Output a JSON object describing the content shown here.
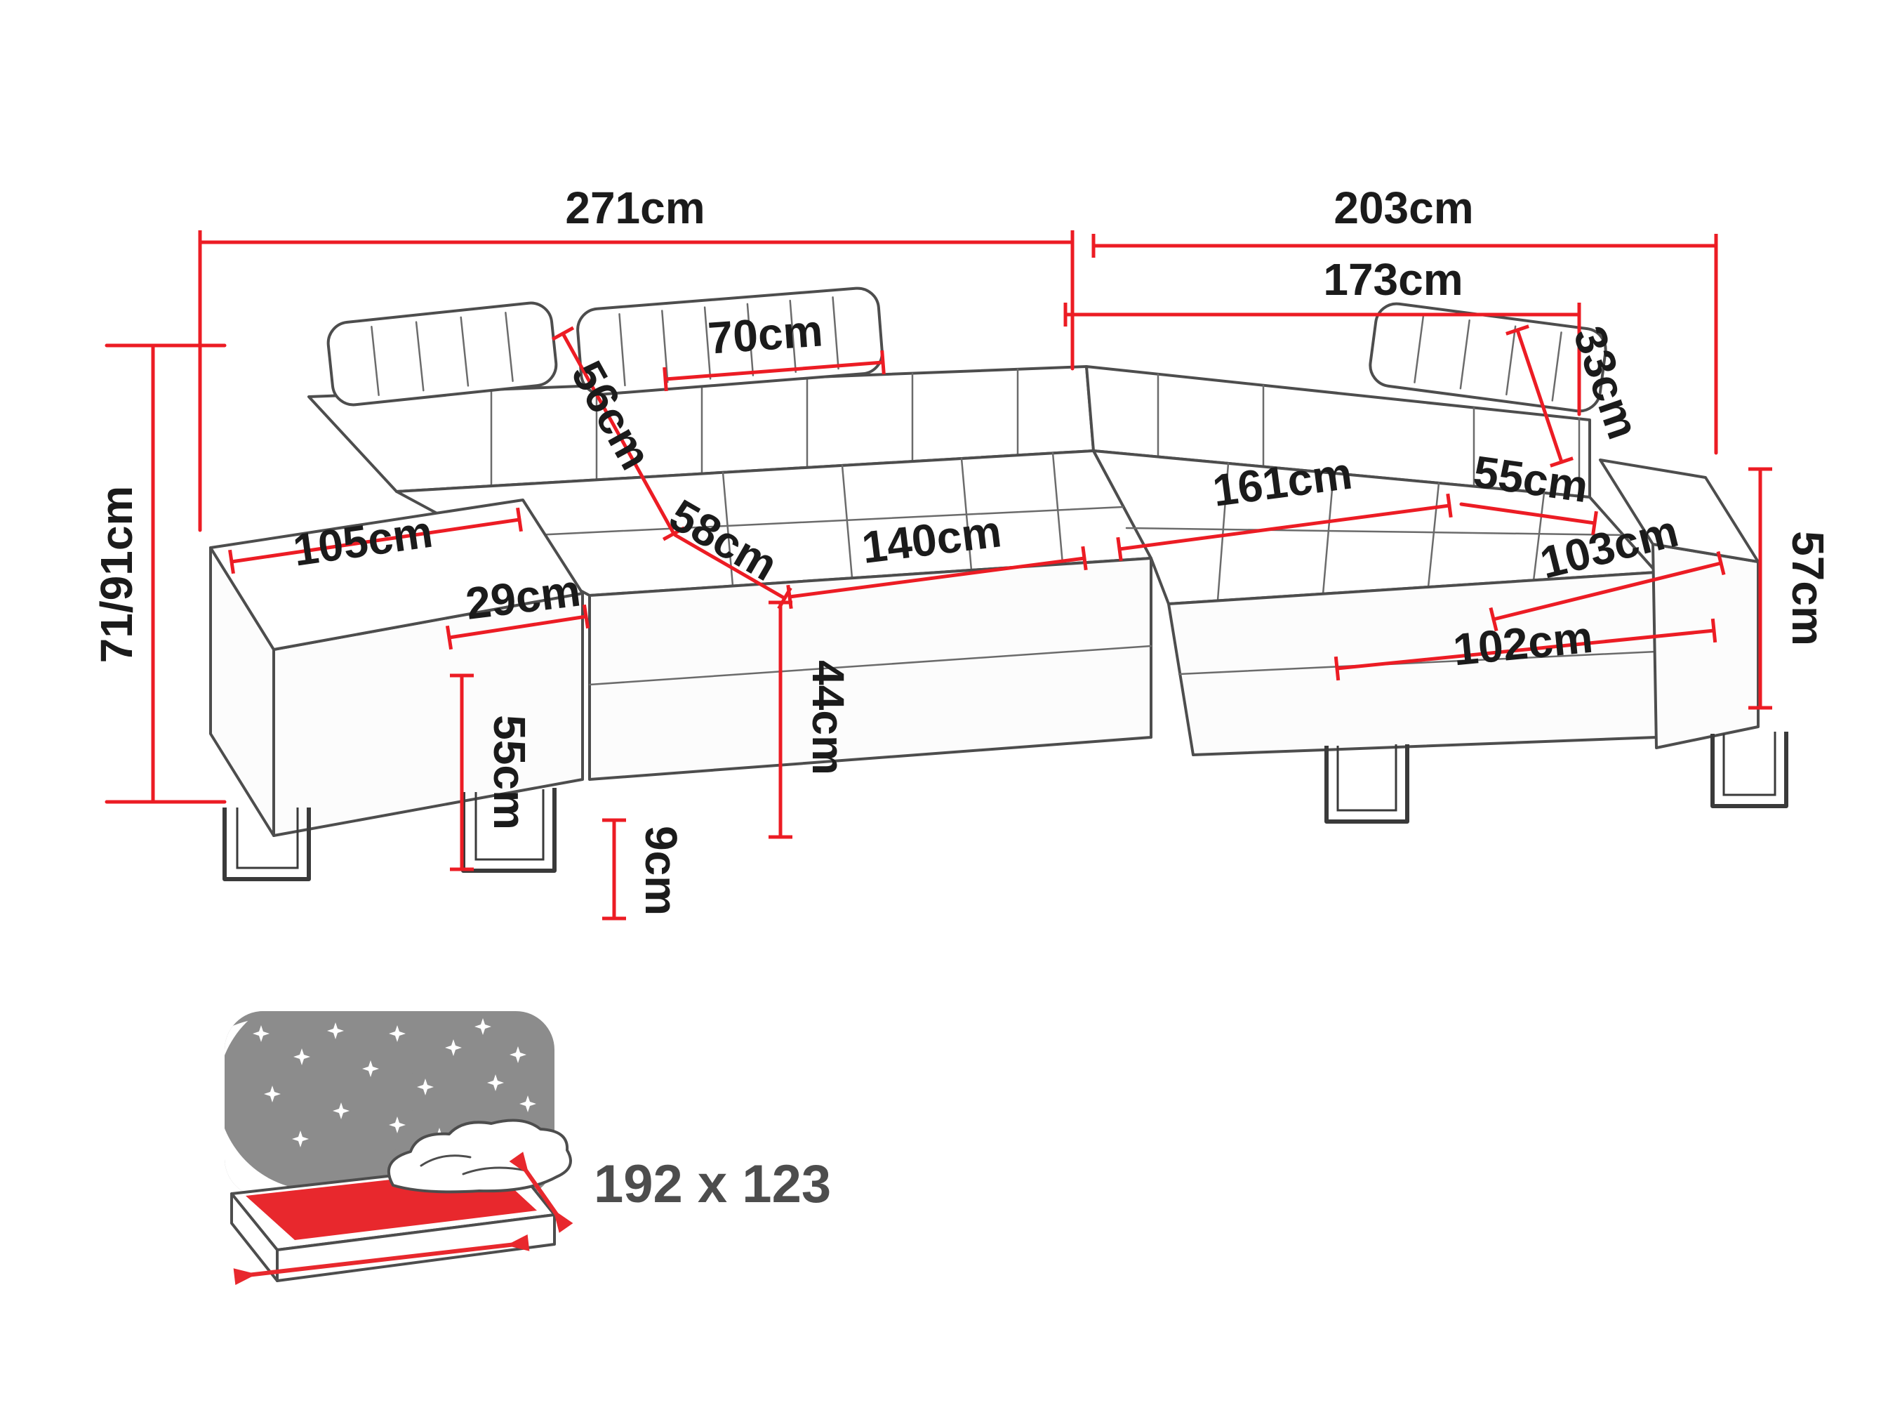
{
  "diagram": {
    "title": "corner-sofa-dimension-diagram",
    "accent_color": "#ec1c24",
    "line_color": "#4d4d4d",
    "dims": {
      "width_total": "271cm",
      "depth_total": "203cm",
      "depth_inner": "173cm",
      "height_range": "71/91cm",
      "back_cushion_width": "70cm",
      "backrest_slope": "56cm",
      "headrest_height": "33cm",
      "armrest_length": "105cm",
      "armrest_width": "29cm",
      "seat_depth": "58cm",
      "seat_width": "140cm",
      "seat_height": "44cm",
      "leg_height": "9cm",
      "armrest_height": "55cm",
      "corner_seat_length": "161cm",
      "chaise_seat_width": "55cm",
      "chaise_width": "103cm",
      "chaise_length": "102cm",
      "chaise_height": "57cm"
    },
    "bed": {
      "size_label": "192 x 123",
      "sheet_color": "#e8282d",
      "sky_color": "#8c8c8c",
      "star_icon": "4-point-star"
    }
  }
}
